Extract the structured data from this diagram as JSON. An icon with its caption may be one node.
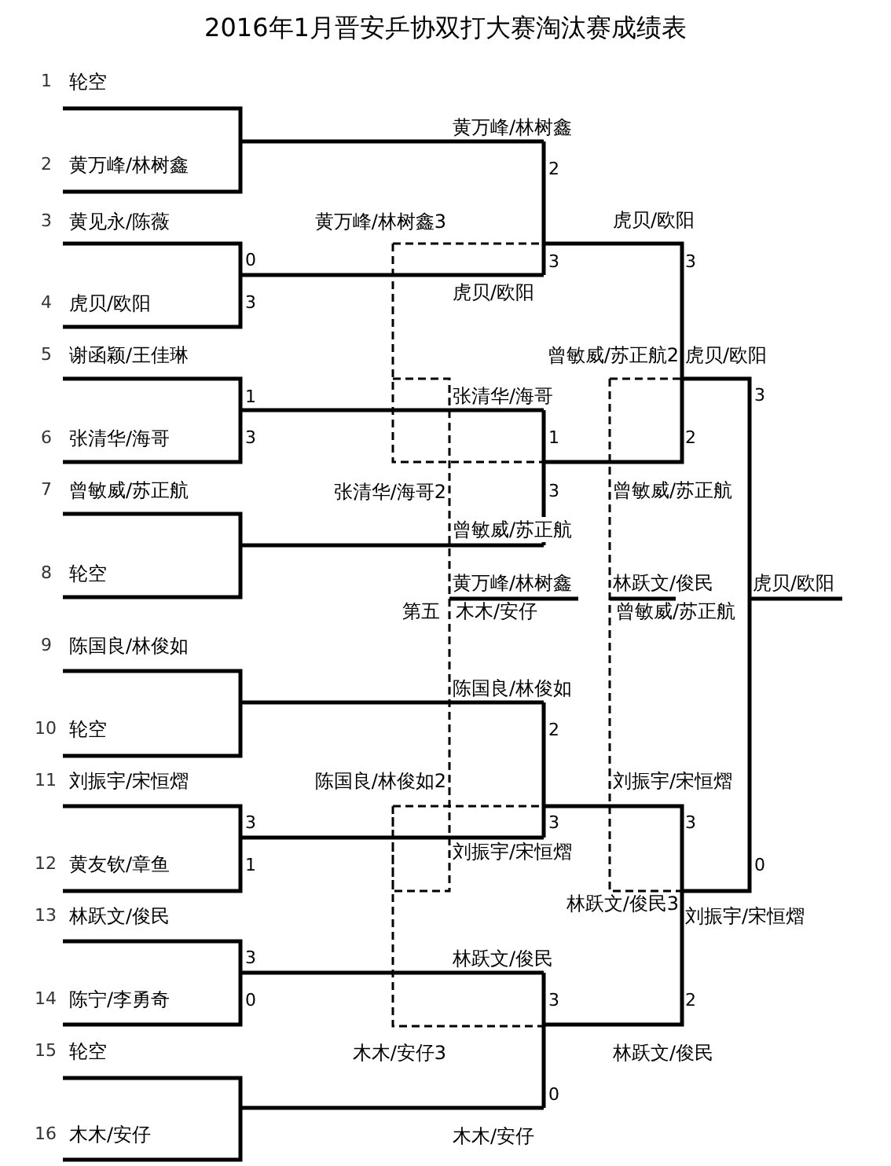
{
  "diagram": {
    "title": "2016年1月晋安乒协双打大赛淘汰赛成绩表",
    "labels": [
      "1",
      "轮空",
      "黄万峰/林树鑫",
      "2",
      "黄万峰/林树鑫",
      "2",
      "3",
      "黄见永/陈薇",
      "黄万峰/林树鑫3",
      "虎贝/欧阳",
      "0",
      "3",
      "3",
      "虎贝/欧阳",
      "4",
      "虎贝/欧阳",
      "3",
      "5",
      "谢函颖/王佳琳",
      "曾敏威/苏正航2",
      "虎贝/欧阳",
      "张清华/海哥",
      "1",
      "3",
      "6",
      "张清华/海哥",
      "3",
      "1",
      "2",
      "7",
      "曾敏威/苏正航",
      "张清华/海哥2",
      "3",
      "曾敏威/苏正航",
      "曾敏威/苏正航",
      "8",
      "轮空",
      "黄万峰/林树鑫",
      "林跃文/俊民",
      "虎贝/欧阳",
      "第五",
      "木木/安仔",
      "曾敏威/苏正航",
      "9",
      "陈国良/林俊如",
      "陈国良/林俊如",
      "10",
      "轮空",
      "2",
      "11",
      "刘振宇/宋恒熠",
      "陈国良/林俊如2",
      "刘振宇/宋恒熠",
      "3",
      "3",
      "3",
      "刘振宇/宋恒熠",
      "12",
      "黄友钦/章鱼",
      "1",
      "0",
      "林跃文/俊民3",
      "13",
      "林跃文/俊民",
      "刘振宇/宋恒熠",
      "3",
      "林跃文/俊民",
      "14",
      "陈宁/李勇奇",
      "0",
      "3",
      "2",
      "15",
      "轮空",
      "木木/安仔3",
      "林跃文/俊民",
      "0",
      "16",
      "木木/安仔",
      "木木/安仔"
    ]
  }
}
